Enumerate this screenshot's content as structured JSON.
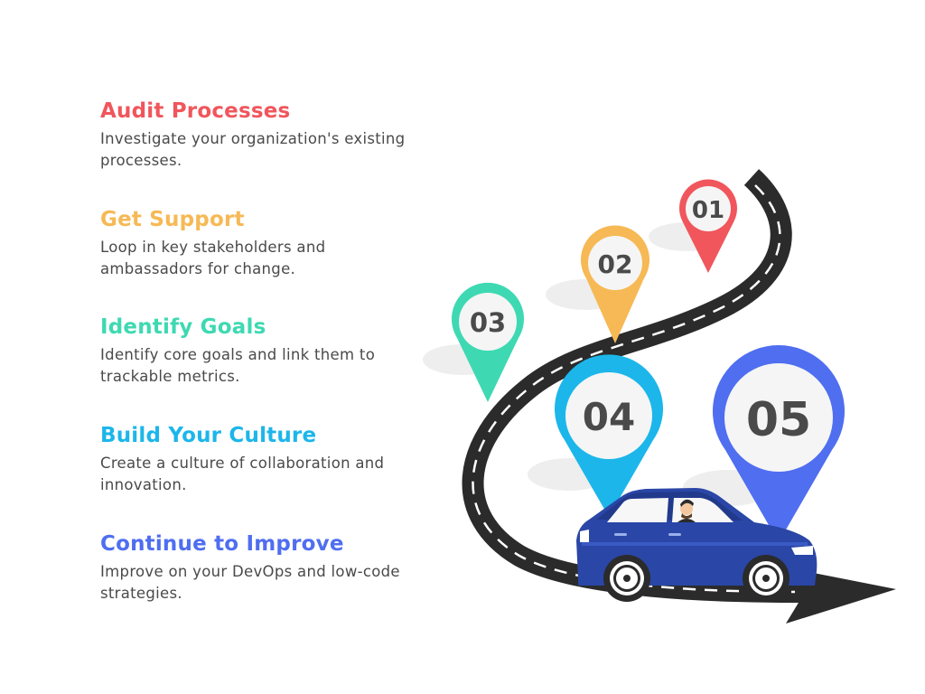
{
  "steps": [
    {
      "title": "Audit Processes",
      "desc": "Investigate your organization's existing processes.",
      "color": "#f0565c"
    },
    {
      "title": "Get Support",
      "desc": "Loop in key stakeholders and ambassadors for change.",
      "color": "#f6b955"
    },
    {
      "title": "Identify Goals",
      "desc": "Identify core goals and link them to trackable metrics.",
      "color": "#3ed9b2"
    },
    {
      "title": "Build Your Culture",
      "desc": "Create a culture of collaboration and innovation.",
      "color": "#1cb6ea"
    },
    {
      "title": "Continue to Improve",
      "desc": "Improve on your DevOps and low-code strategies.",
      "color": "#4f6ef0"
    }
  ],
  "pins": [
    {
      "label": "01",
      "color": "#f0565c"
    },
    {
      "label": "02",
      "color": "#f6b955"
    },
    {
      "label": "03",
      "color": "#3ed9b2"
    },
    {
      "label": "04",
      "color": "#1cb6ea"
    },
    {
      "label": "05",
      "color": "#4f6ef0"
    }
  ],
  "road_color": "#2b2b2b",
  "car_color": "#2a46a6",
  "pin_text_color": "#4a4a4a"
}
